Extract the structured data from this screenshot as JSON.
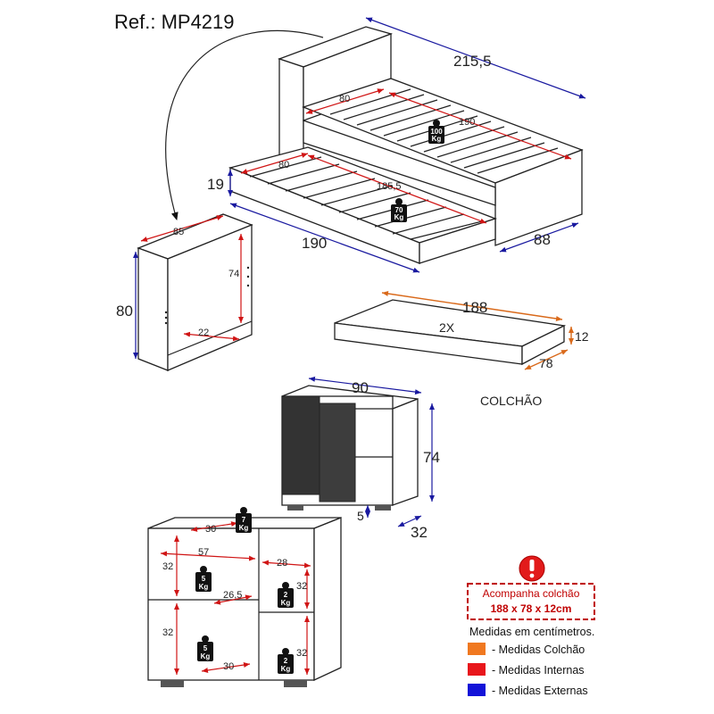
{
  "ref": "Ref.: MP4219",
  "bed": {
    "length_ext": "215,5",
    "width_ext": "88",
    "slat_w": "80",
    "slat_l": "190",
    "load": {
      "num": "100",
      "unit": "Kg"
    }
  },
  "trundle": {
    "height": "19",
    "slat_w": "80",
    "slat_l": "185,5",
    "length_ext": "190",
    "load": {
      "num": "70",
      "unit": "Kg"
    }
  },
  "headboard": {
    "width": "85",
    "height_ext": "80",
    "height_int": "74",
    "depth_int": "22"
  },
  "mattress": {
    "length": "188",
    "qty": "2X",
    "height": "12",
    "width": "78",
    "label": "COLCHÃO"
  },
  "cabinet": {
    "width": "90",
    "height": "74",
    "depth": "32",
    "foot": "5"
  },
  "shelf_unit": {
    "top_depth": "30",
    "inner_width": "57",
    "right_width": "28",
    "left_h1": "32",
    "left_h2": "32",
    "right_h1": "32",
    "right_h2": "32",
    "shelf_depth": "26,5",
    "bottom_depth": "30",
    "loads": [
      {
        "num": "7",
        "unit": "Kg"
      },
      {
        "num": "5",
        "unit": "Kg"
      },
      {
        "num": "2",
        "unit": "Kg"
      },
      {
        "num": "5",
        "unit": "Kg"
      },
      {
        "num": "2",
        "unit": "Kg"
      }
    ]
  },
  "notice": {
    "line1": "Acompanha colchão",
    "line2": "188 x 78 x 12cm"
  },
  "legend": {
    "title": "Medidas em centímetros.",
    "items": [
      {
        "label": "- Medidas Colchão",
        "color": "#f07820"
      },
      {
        "label": "- Medidas Internas",
        "color": "#e8161b"
      },
      {
        "label": "- Medidas Externas",
        "color": "#1212d8"
      }
    ]
  }
}
